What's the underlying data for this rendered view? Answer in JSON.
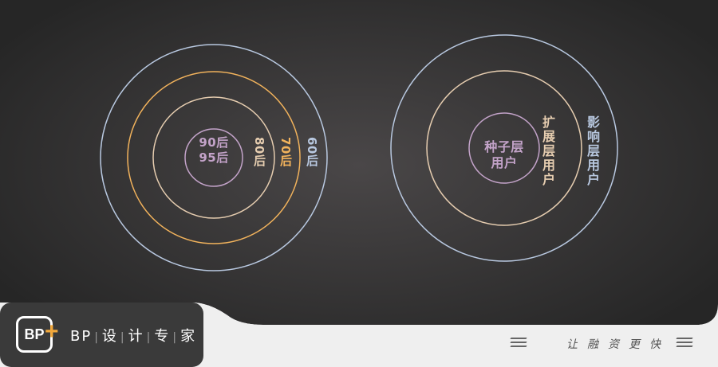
{
  "left_diagram": {
    "center_line1": "90后",
    "center_line2": "95后",
    "ring2": "80后",
    "ring3": "70后",
    "ring4": "60后"
  },
  "right_diagram": {
    "center_line1": "种子层",
    "center_line2": "用户",
    "ring2": "扩展层用户",
    "ring3": "影响层用户"
  },
  "footer": {
    "logo_text": "BP",
    "logo_plus": "+",
    "brand": [
      "BP",
      "设",
      "计",
      "专",
      "家"
    ],
    "slogan": "让融资更快"
  },
  "colors": {
    "bg": "#2b2b2b",
    "purple": "#c3a3c9",
    "cream": "#e6cdb0",
    "orange": "#f2b35c",
    "blue": "#b8c8e0",
    "footer": "#efefef"
  }
}
